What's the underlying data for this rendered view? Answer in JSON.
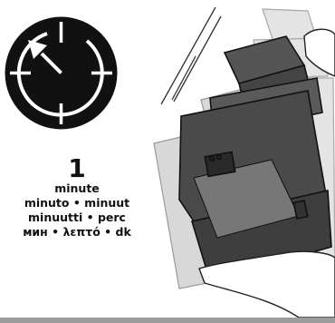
{
  "duration": {
    "number": "1",
    "lines": [
      "minute",
      "minuto • minuut",
      "minuutti • perc",
      "мин • λεπτό • dk"
    ]
  },
  "icons": {
    "timer": "clock-rotate-arrow-icon",
    "hands": "hands-holding-box-icon",
    "shake": "shake-motion-lines-icon"
  },
  "colors": {
    "clock_fill": "#111111",
    "box_fill": "#4a4a4a",
    "ghost_fill": "#e2e2e2",
    "footer_bar": "#9c9c9c"
  }
}
